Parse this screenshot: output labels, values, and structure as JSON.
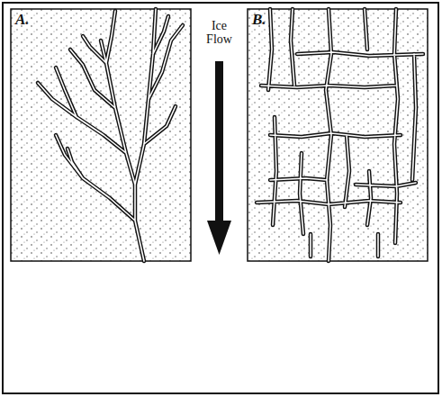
{
  "diagram": {
    "labels": [
      "A.",
      "B.",
      "Ice Flow"
    ]
  }
}
